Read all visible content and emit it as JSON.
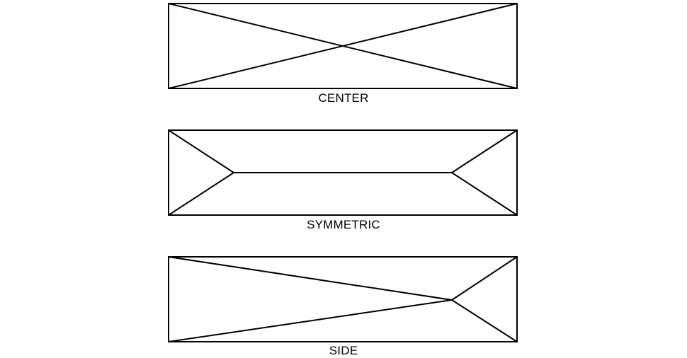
{
  "panels": [
    {
      "id": "center",
      "label": "CENTER"
    },
    {
      "id": "symmetric",
      "label": "SYMMETRIC"
    },
    {
      "id": "side",
      "label": "SIDE"
    }
  ],
  "colors": {
    "stroke": "#000000",
    "background": "#ffffff"
  }
}
